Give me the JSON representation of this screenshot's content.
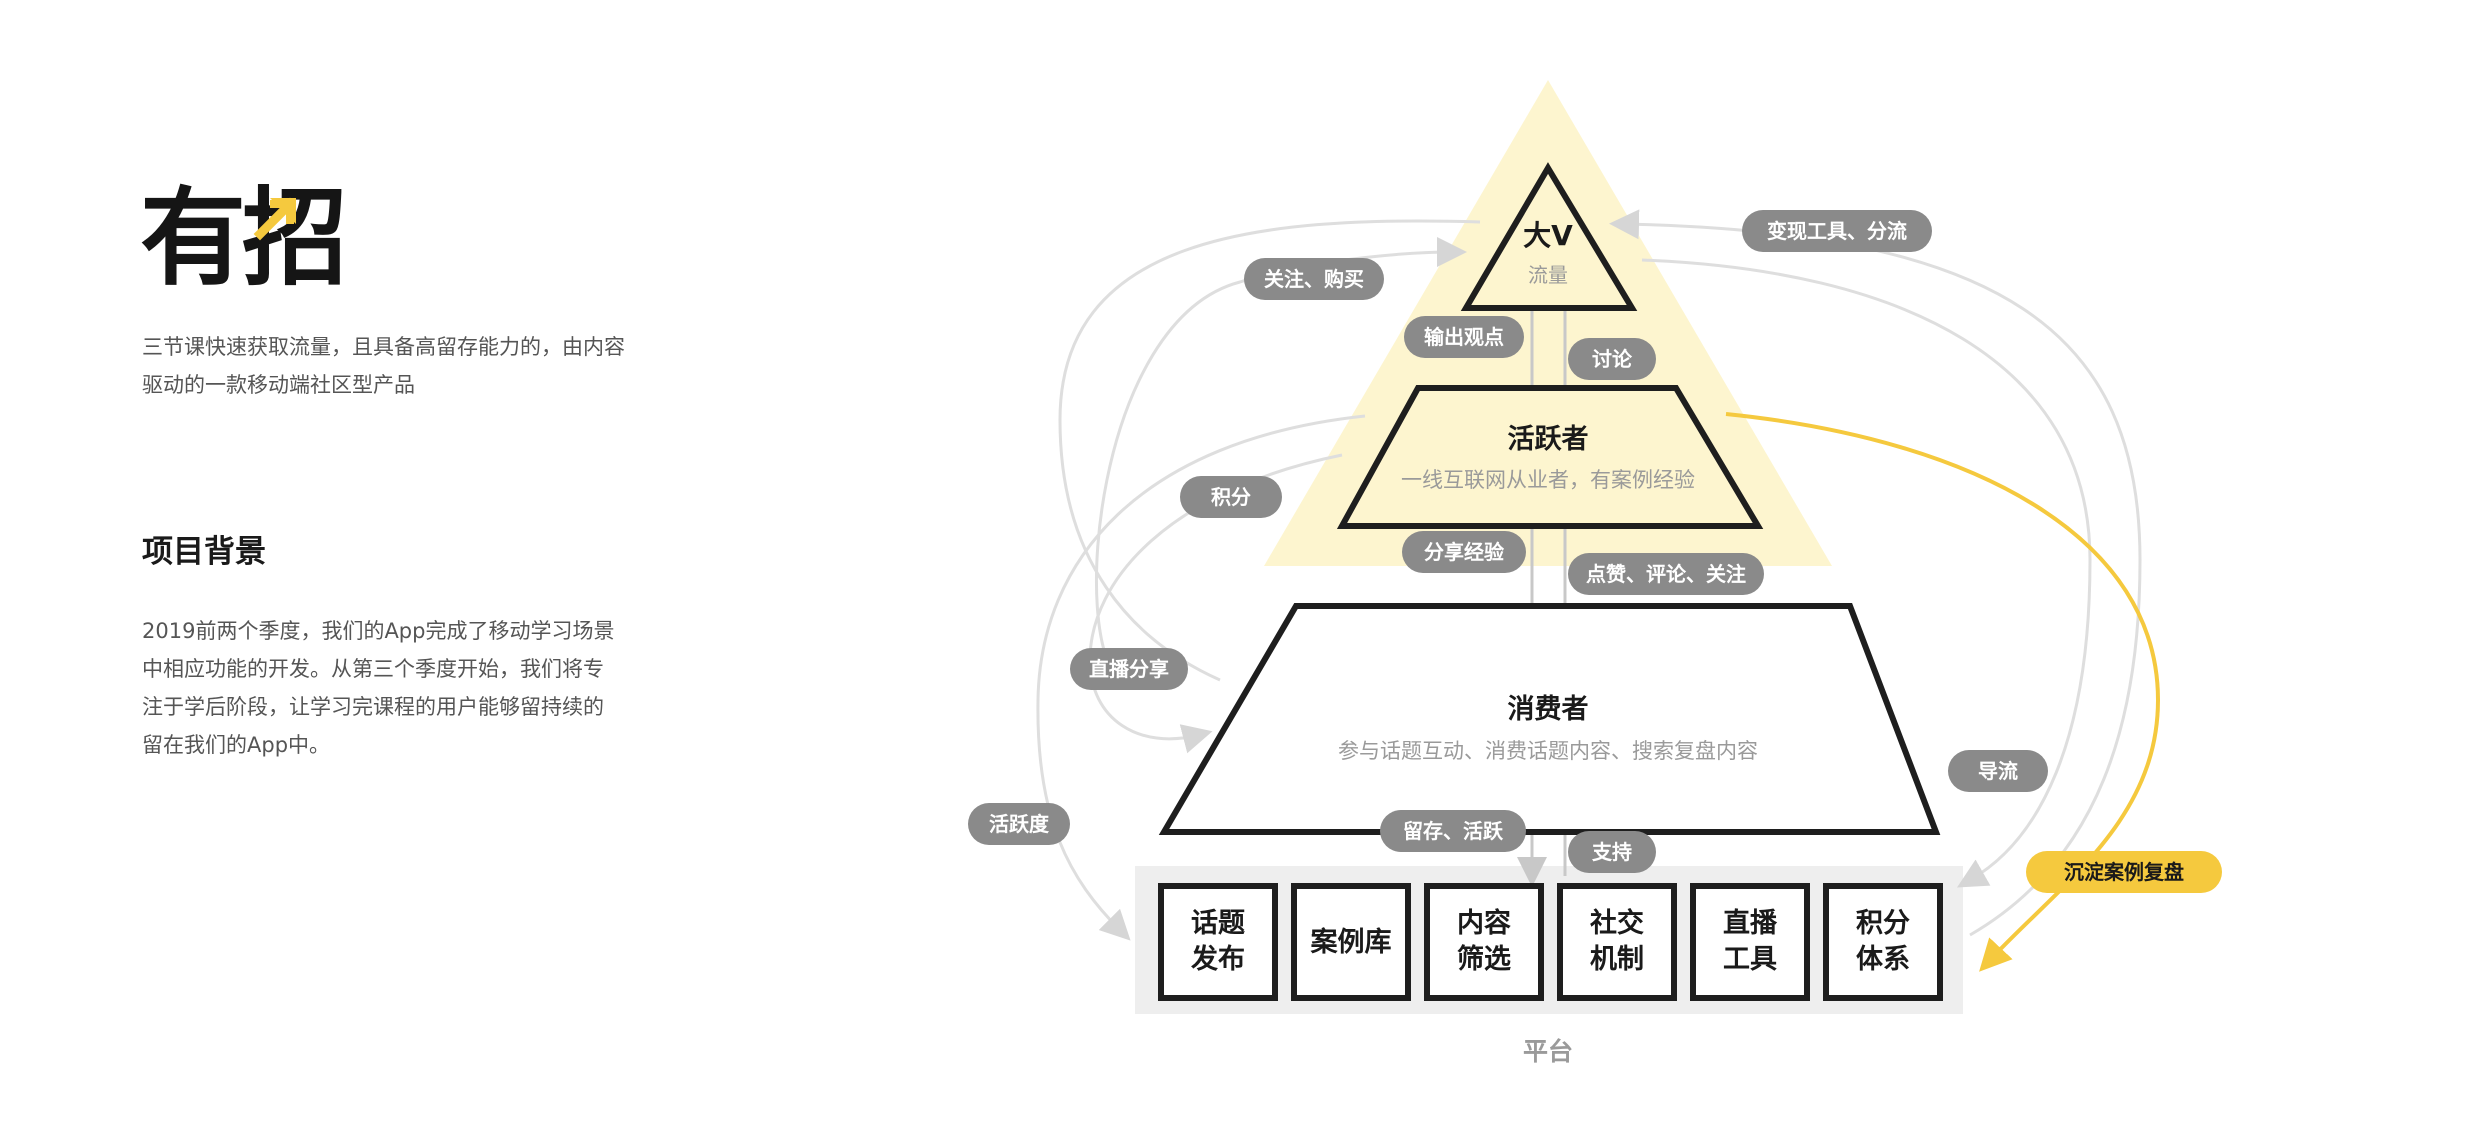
{
  "brand": {
    "name": "有招"
  },
  "intro": {
    "line1": "三节课快速获取流量，且具备高留存能力的，由内容",
    "line2": "驱动的一款移动端社区型产品"
  },
  "background": {
    "title": "项目背景",
    "lines": [
      "2019前两个季度，我们的App完成了移动学习场景",
      "中相应功能的开发。从第三个季度开始，我们将专",
      "注于学后阶段，让学习完课程的用户能够留持续的",
      "留在我们的App中。"
    ]
  },
  "tiers": {
    "top": {
      "title": "大V",
      "subtitle": "流量"
    },
    "middle": {
      "title": "活跃者",
      "subtitle": "一线互联网从业者，有案例经验"
    },
    "bottom": {
      "title": "消费者",
      "subtitle": "参与话题互动、消费话题内容、搜索复盘内容"
    }
  },
  "platform": {
    "label": "平台",
    "modules": [
      {
        "line1": "话题",
        "line2": "发布"
      },
      {
        "line1": "案例库",
        "line2": ""
      },
      {
        "line1": "内容",
        "line2": "筛选"
      },
      {
        "line1": "社交",
        "line2": "机制"
      },
      {
        "line1": "直播",
        "line2": "工具"
      },
      {
        "line1": "积分",
        "line2": "体系"
      }
    ]
  },
  "labels": {
    "follow_buy": "关注、购买",
    "monetize": "变现工具、分流",
    "output_views": "输出观点",
    "discuss": "讨论",
    "points": "积分",
    "share_exp": "分享经验",
    "like_comment": "点赞、评论、关注",
    "live_share": "直播分享",
    "activity": "活跃度",
    "retention": "留存、活跃",
    "support": "支持",
    "divert": "导流",
    "accumulate": "沉淀案例复盘"
  },
  "colors": {
    "accent": "#f5c93e",
    "pyramid_fill": "#fdf5cf",
    "gray_line": "#dedede",
    "pill": "#8a8a8a",
    "platform_bg": "#eeeeee"
  }
}
